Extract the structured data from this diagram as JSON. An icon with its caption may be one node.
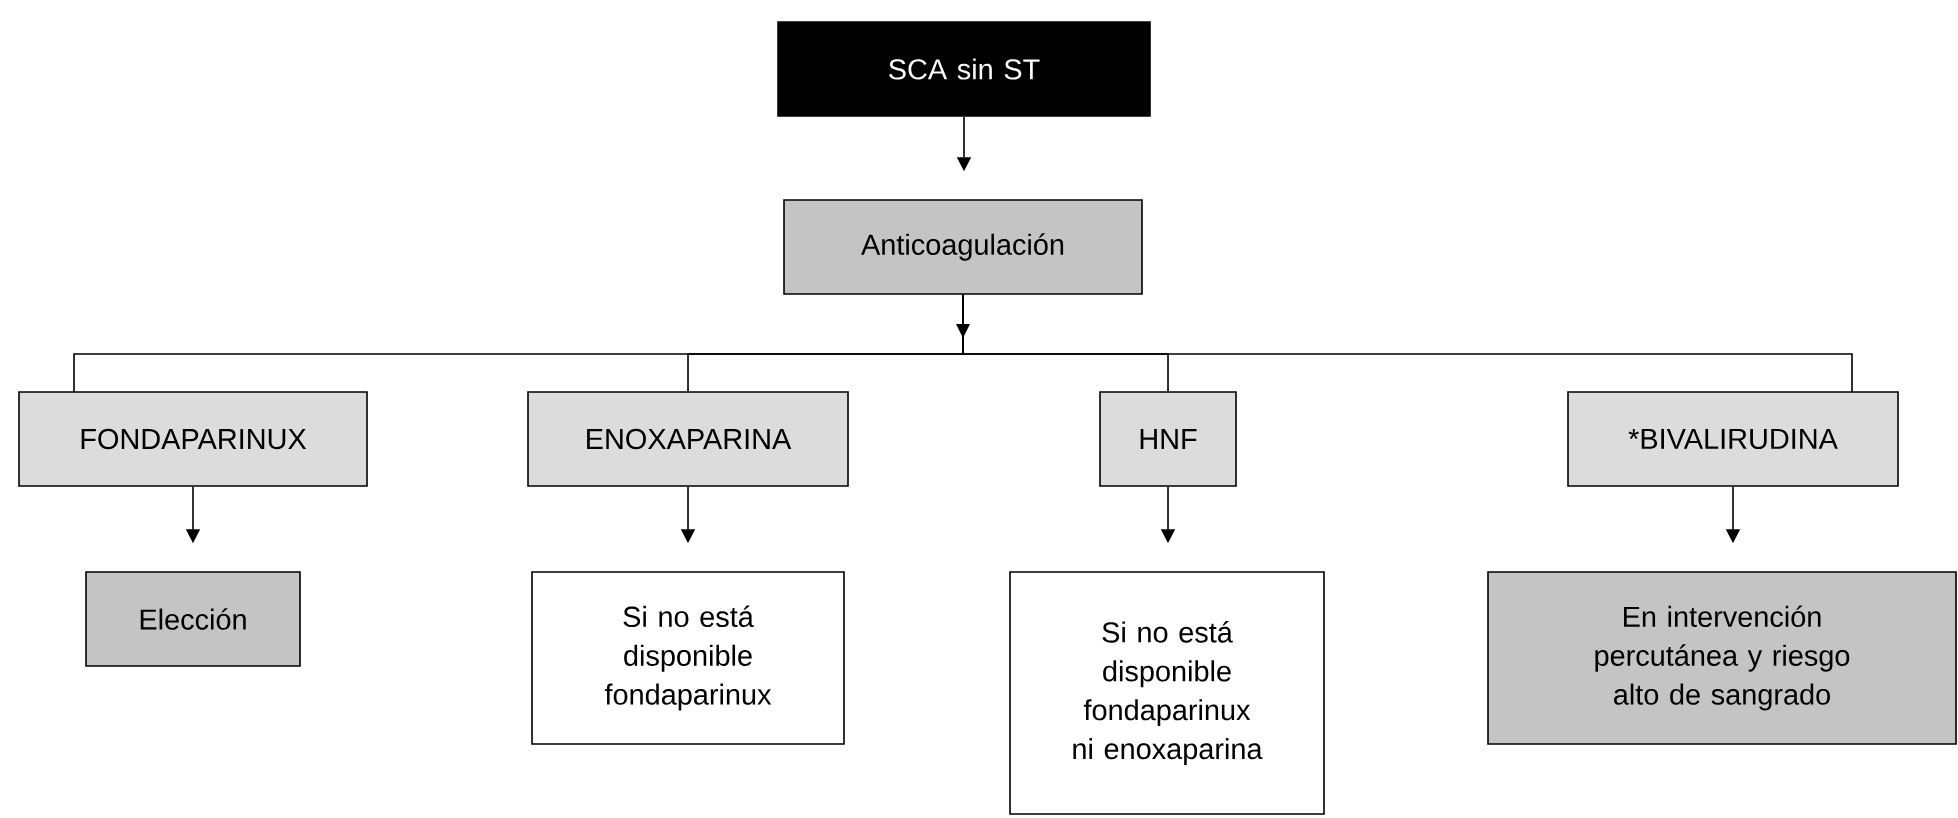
{
  "diagram": {
    "nodes": [
      {
        "text": [
          "SCA sin ST"
        ]
      },
      {
        "text": [
          "Anticoagulación"
        ]
      },
      {
        "text": [
          "FONDAPARINUX"
        ]
      },
      {
        "text": [
          "ENOXAPARINA"
        ]
      },
      {
        "text": [
          "HNF"
        ]
      },
      {
        "text": [
          "*BIVALIRUDINA"
        ]
      },
      {
        "text": [
          "Elección"
        ]
      },
      {
        "text": [
          "Si no está disponible fondaparinux"
        ]
      },
      {
        "text": [
          "Si no está disponible fondaparinux ni enoxaparina"
        ]
      },
      {
        "text": [
          "En intervención percutánea y riesgo alto de sangrado"
        ]
      }
    ],
    "edges": [
      {
        "from": 0,
        "to": 1,
        "arrow": "to"
      },
      {
        "from": 1,
        "to": 2,
        "arrow": "to"
      },
      {
        "from": 1,
        "to": 3,
        "arrow": "to"
      },
      {
        "from": 1,
        "to": 4,
        "arrow": "to"
      },
      {
        "from": 1,
        "to": 5,
        "arrow": "to"
      },
      {
        "from": 2,
        "to": 6,
        "arrow": "to"
      },
      {
        "from": 3,
        "to": 7,
        "arrow": "to"
      },
      {
        "from": 4,
        "to": 8,
        "arrow": "to"
      },
      {
        "from": 5,
        "to": 9,
        "arrow": "to"
      }
    ]
  }
}
